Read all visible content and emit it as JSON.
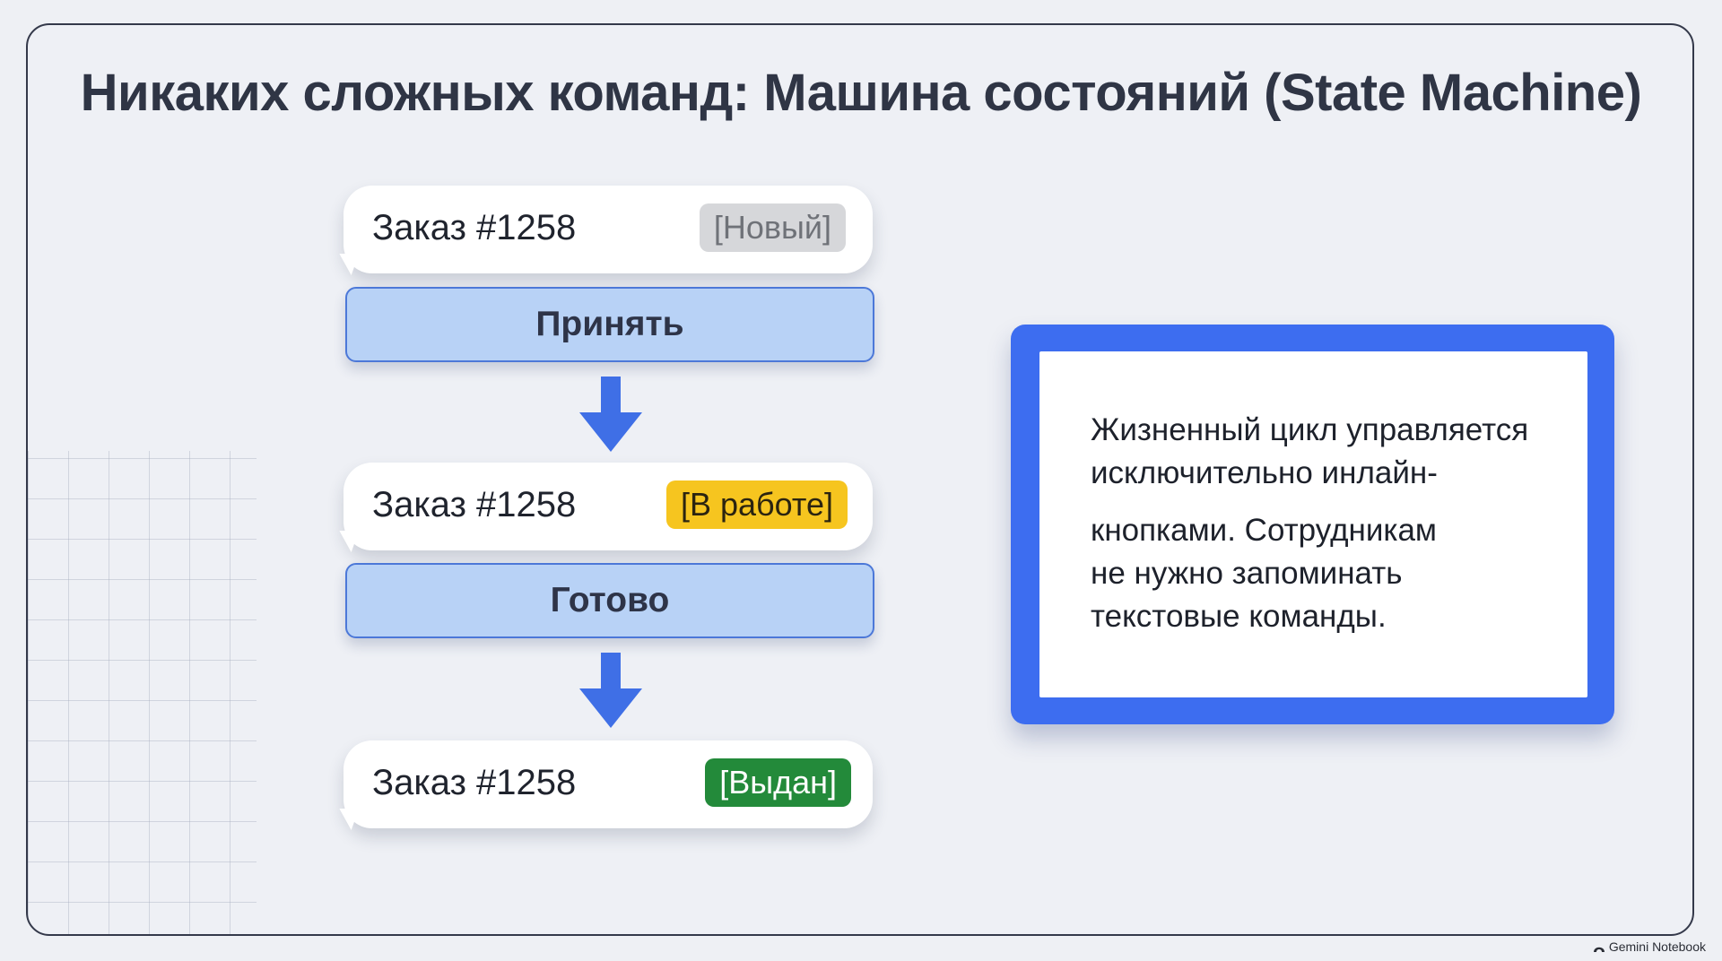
{
  "title": "Никаких сложных команд: Машина состояний (State Machine)",
  "flow": {
    "steps": [
      {
        "order": "Заказ #1258",
        "status": "[Новый]",
        "action": "Принять"
      },
      {
        "order": "Заказ #1258",
        "status": "[В работе]",
        "action": "Готово"
      },
      {
        "order": "Заказ #1258",
        "status": "[Выдан]"
      }
    ]
  },
  "info": {
    "lines": [
      "Жизненный цикл управляется",
      "исключительно инлайн-",
      "кнопками. Сотрудникам",
      "не нужно запоминать",
      "текстовые команды."
    ]
  },
  "watermark": "Gemini Notebook",
  "colors": {
    "status_new": "#d6d7da",
    "status_in_progress": "#f6c51f",
    "status_issued": "#238a3a",
    "button_fill": "#b8d2f6",
    "accent_blue": "#3d6df0"
  }
}
